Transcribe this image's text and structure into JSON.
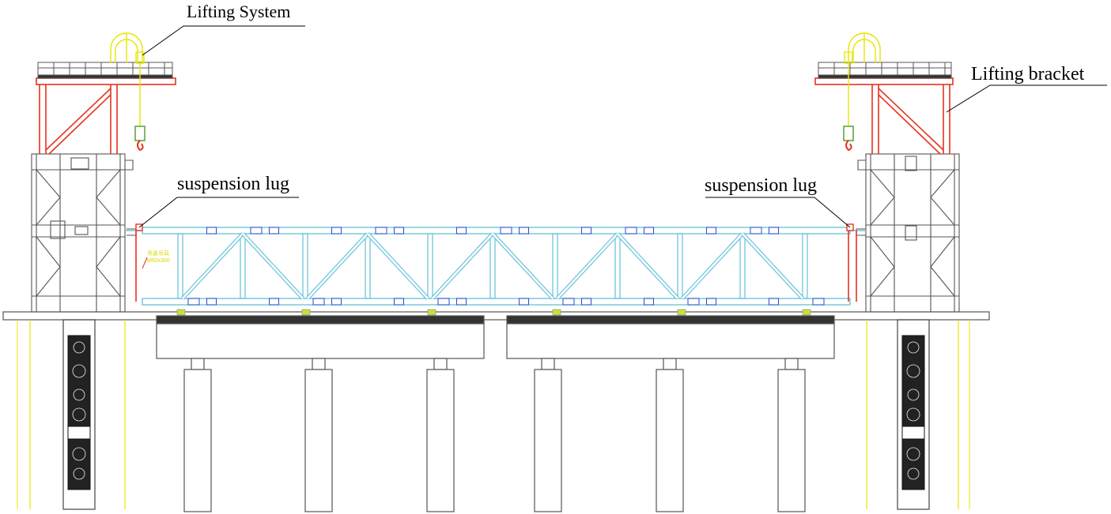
{
  "labels": {
    "lifting_system": "Lifting System",
    "lifting_bracket": "Lifting bracket",
    "suspension_lug_left": "suspension lug",
    "suspension_lug_right": "suspension lug",
    "tiny_note_line1": "吊装吊耳",
    "tiny_note_line2": "M60x300"
  },
  "colors": {
    "steel_tower": "#555555",
    "lifting_bracket": "#e8321e",
    "lifting_system": "#e6e600",
    "truss": "#6ec6dc",
    "connection_plate": "#2a4bd0",
    "bearing_pad": "#c8e03c",
    "concrete": "#555555",
    "foundation_outline": "#e6e600",
    "callout_line": "#000000"
  },
  "truss": {
    "panels": 10,
    "vertical_posts": 11
  }
}
